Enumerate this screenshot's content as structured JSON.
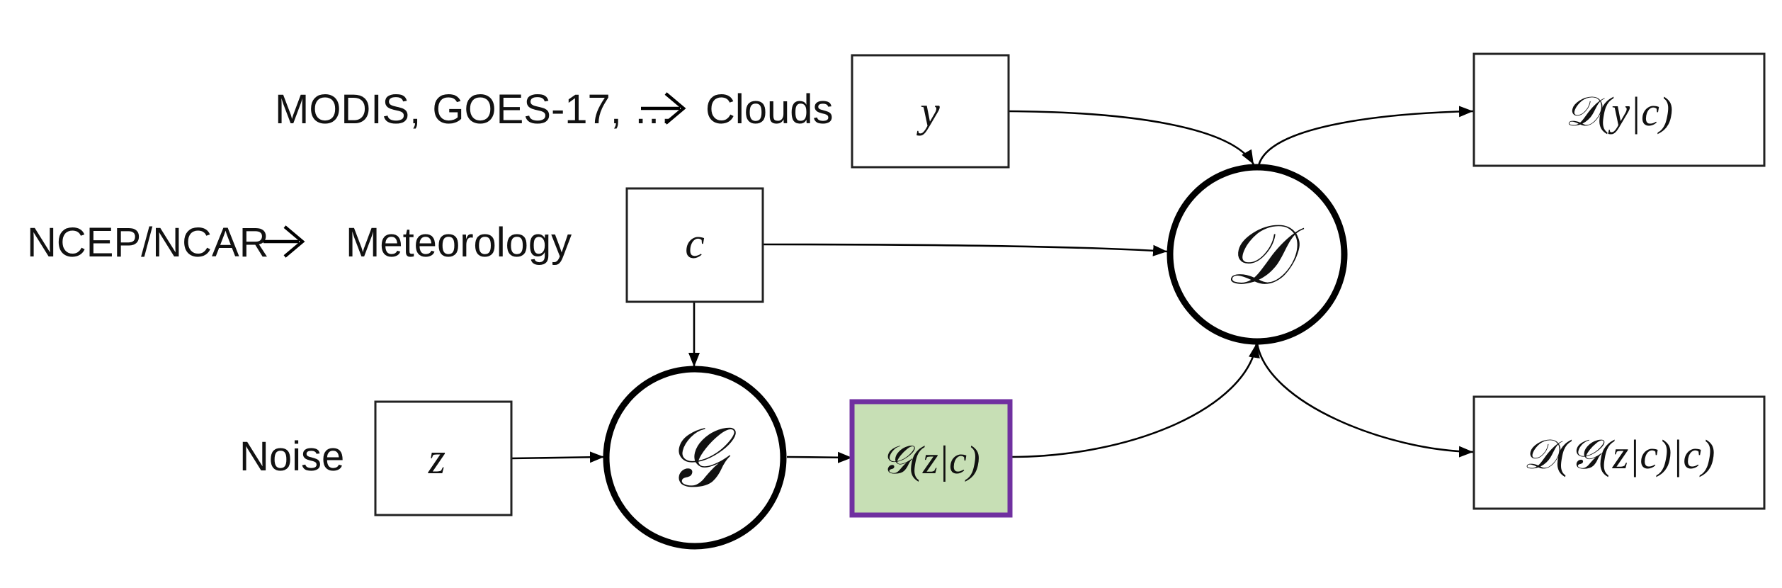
{
  "labels": {
    "sources_clouds": "MODIS, GOES-17, …",
    "clouds": "Clouds",
    "sources_met": "NCEP/NCAR",
    "meteorology": "Meteorology",
    "noise": "Noise"
  },
  "nodes": {
    "y": "y",
    "c": "c",
    "z": "z",
    "generator": "𝒢",
    "discriminator": "𝒟",
    "generated": "𝒢(z|c)",
    "d_real": "𝒟(y|c)",
    "d_fake": "𝒟(𝒢(z|c)|c)"
  },
  "colors": {
    "generated_fill": "#c7dfb5",
    "generated_border": "#7030a0",
    "stroke": "#000000"
  }
}
